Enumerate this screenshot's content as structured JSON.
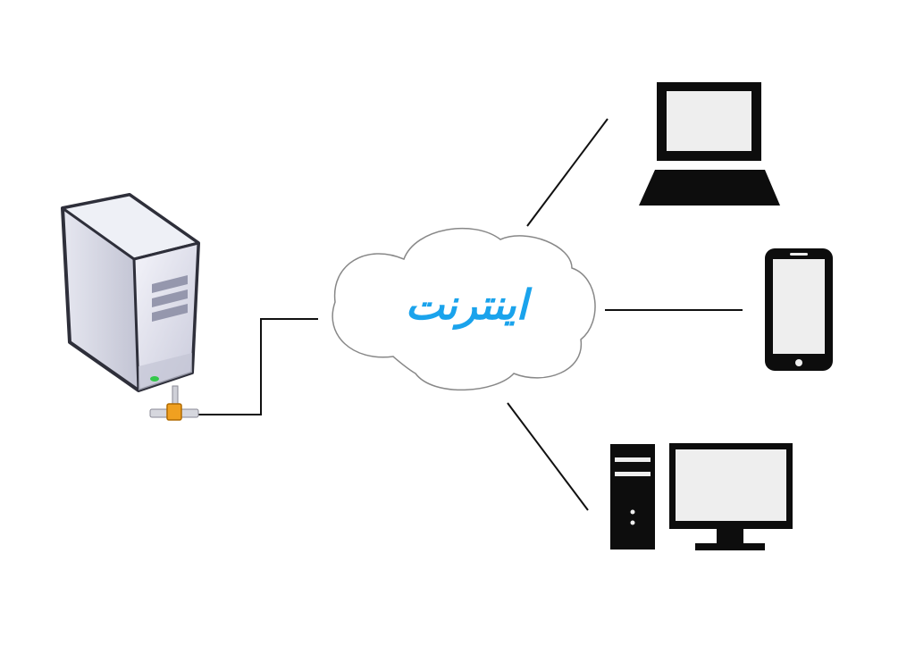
{
  "diagram": {
    "cloud_label": "اینترنت",
    "nodes": [
      {
        "id": "server",
        "icon": "server-tower-icon"
      },
      {
        "id": "internet",
        "icon": "cloud-icon"
      },
      {
        "id": "laptop",
        "icon": "laptop-icon"
      },
      {
        "id": "smartphone",
        "icon": "smartphone-icon"
      },
      {
        "id": "desktop",
        "icon": "desktop-computer-icon"
      }
    ],
    "connections": [
      {
        "from": "server",
        "to": "internet"
      },
      {
        "from": "internet",
        "to": "laptop"
      },
      {
        "from": "internet",
        "to": "smartphone"
      },
      {
        "from": "internet",
        "to": "desktop"
      }
    ]
  },
  "colors": {
    "label": "#1aa3ec",
    "line": "#111111",
    "device": "#0d0d0d",
    "screen": "#eeeeee",
    "server_body": "#d2d3e0",
    "connector": "#f0a020"
  }
}
